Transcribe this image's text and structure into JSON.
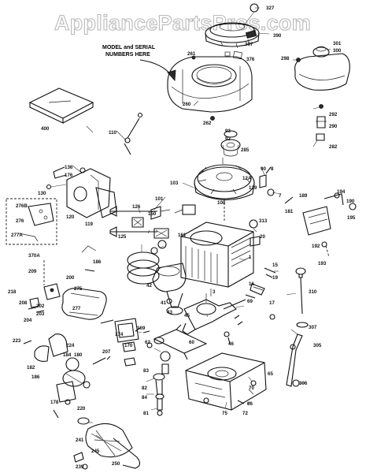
{
  "watermark": "AppliancePartsPros.com",
  "callout": {
    "line1": "MODEL and SERIAL",
    "line2": "NUMBERS HERE"
  },
  "labels": {
    "p327": "327",
    "p390": "390",
    "p307a": "307",
    "p376": "376",
    "p261": "261",
    "p260": "260",
    "p298": "298",
    "p301": "301",
    "p300": "300",
    "p292": "292",
    "p290": "290",
    "p282": "282",
    "p400": "400",
    "p110": "110",
    "p262": "262",
    "p93": "93",
    "p92": "92",
    "p285": "285",
    "p136": "136",
    "p176": "176",
    "p130": "130",
    "p120": "120",
    "p119": "119",
    "p103": "103",
    "p90": "90",
    "p8": "8",
    "p12a": "12A",
    "p129": "129",
    "p7": "7",
    "p189": "189",
    "p194": "194",
    "p190": "190",
    "p195": "195",
    "p181": "181",
    "p192": "192",
    "p193": "193",
    "p276b": "276B",
    "p276": "276",
    "p277a": "277A",
    "p101": "101",
    "p150": "150",
    "p126": "126",
    "p100": "100",
    "p313": "313",
    "p20": "20",
    "p125": "125",
    "p161": "161",
    "p42": "42",
    "p1": "1",
    "p370a": "370A",
    "p186": "186",
    "p15": "15",
    "p19": "19",
    "p310": "310",
    "p209": "209",
    "p200": "200",
    "p218": "218",
    "p275": "275",
    "p16": "16",
    "p17": "17",
    "p208": "208",
    "p202": "202",
    "p203": "203",
    "p204": "204",
    "p41": "41",
    "p43": "43",
    "p3": "3",
    "p69": "69",
    "p45": "45",
    "p277": "277",
    "p307b": "307",
    "p169": "169",
    "p224": "224",
    "p174": "174",
    "p170": "170",
    "p305": "305",
    "p46": "46",
    "p62": "62",
    "p60": "60",
    "p207": "207",
    "p223": "223",
    "p182": "182",
    "p180": "180",
    "p184": "184",
    "p186b": "186",
    "p83": "83",
    "p65": "65",
    "p306": "306",
    "p178": "178",
    "p220": "220",
    "p82": "82",
    "p70": "70",
    "p84": "84",
    "p86": "86",
    "p72": "72",
    "p75": "75",
    "p81": "81",
    "p241": "241",
    "p245": "245",
    "p250": "250",
    "p239": "239"
  }
}
